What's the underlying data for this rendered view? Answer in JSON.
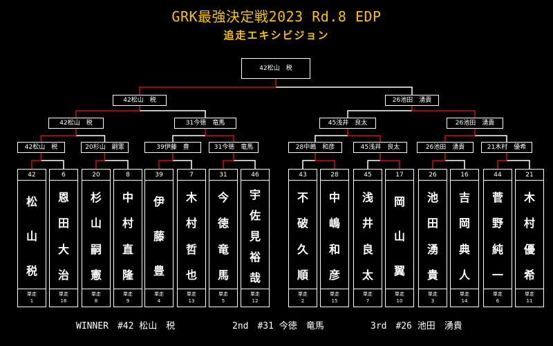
{
  "title": "GRK最強決定戦2023 Rd.8 EDP",
  "subtitle": "追走エキシビジョン",
  "champion": "42松山　税",
  "finals": [
    "42松山　税",
    "26池田　湧貴"
  ],
  "semis": [
    "42松山　税",
    "31今徳　竜馬",
    "45浅井　良太",
    "26池田　湧貴"
  ],
  "quarters": [
    "42松山　税",
    "20杉山　嗣憲",
    "39伊藤　豊",
    "31今徳　竜馬",
    "28中嶋　和彦",
    "45浅井　良太",
    "26池田　湧貴",
    "21木村　優希"
  ],
  "players": [
    {
      "num": "42",
      "name": "松山税",
      "foot_label": "単走",
      "seed": "1"
    },
    {
      "num": "6",
      "name": "恩田大治",
      "foot_label": "単走",
      "seed": "16"
    },
    {
      "num": "20",
      "name": "杉山嗣憲",
      "foot_label": "単走",
      "seed": "8"
    },
    {
      "num": "8",
      "name": "中村直隆",
      "foot_label": "単走",
      "seed": "9"
    },
    {
      "num": "39",
      "name": "伊藤豊",
      "foot_label": "単走",
      "seed": "4"
    },
    {
      "num": "7",
      "name": "木村哲也",
      "foot_label": "単走",
      "seed": "13"
    },
    {
      "num": "31",
      "name": "今徳竜馬",
      "foot_label": "単走",
      "seed": "5"
    },
    {
      "num": "46",
      "name": "宇佐見裕哉",
      "foot_label": "単走",
      "seed": "12"
    },
    {
      "num": "43",
      "name": "不破久順",
      "foot_label": "単走",
      "seed": "2"
    },
    {
      "num": "28",
      "name": "中嶋和彦",
      "foot_label": "単走",
      "seed": "15"
    },
    {
      "num": "45",
      "name": "浅井良太",
      "foot_label": "単走",
      "seed": "7"
    },
    {
      "num": "17",
      "name": "岡山翼",
      "foot_label": "単走",
      "seed": "10"
    },
    {
      "num": "26",
      "name": "池田湧貴",
      "foot_label": "単走",
      "seed": "3"
    },
    {
      "num": "16",
      "name": "吉岡典人",
      "foot_label": "単走",
      "seed": "14"
    },
    {
      "num": "44",
      "name": "菅野純一",
      "foot_label": "単走",
      "seed": "6"
    },
    {
      "num": "21",
      "name": "木村優希",
      "foot_label": "単走",
      "seed": "11"
    }
  ],
  "footer": {
    "winner": "WINNER　#42 松山　税",
    "second": "2nd　#31 今徳　竜馬",
    "third": "3rd　#26 池田　湧貴"
  },
  "colors": {
    "title": "#f5c400",
    "winner_line": "#cc1010",
    "line": "#ffffff"
  }
}
